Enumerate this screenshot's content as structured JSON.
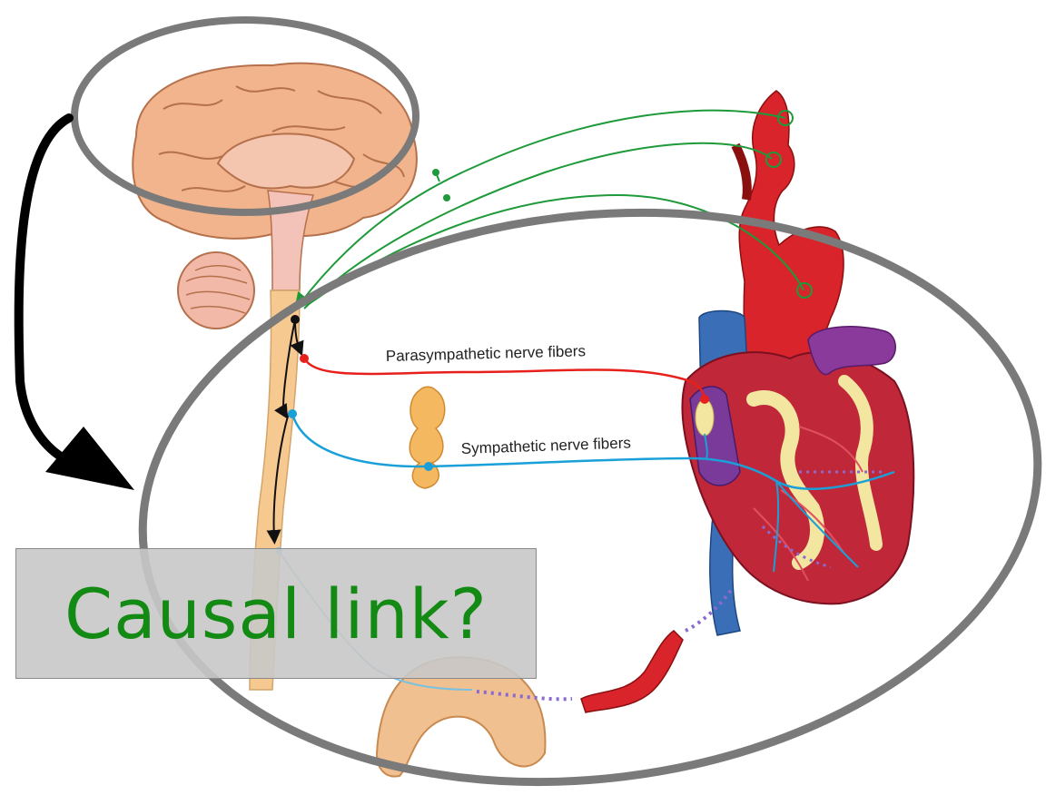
{
  "labels": {
    "parasympathetic": "Parasympathetic nerve fibers",
    "sympathetic": "Sympathetic nerve fibers",
    "causal_link": "Causal link?"
  },
  "colors": {
    "parasympathetic": "#e8201c",
    "sympathetic": "#1aa0d8",
    "baroreceptor": "#1f9a3a",
    "artery": "#d8242a",
    "vein": "#3a6fb8",
    "brain": "#f2b48c",
    "spinal_cord": "#f5c98f",
    "highlight_ellipse": "#7a7a7a",
    "causal_text": "#138a13",
    "arrow": "#000000"
  }
}
